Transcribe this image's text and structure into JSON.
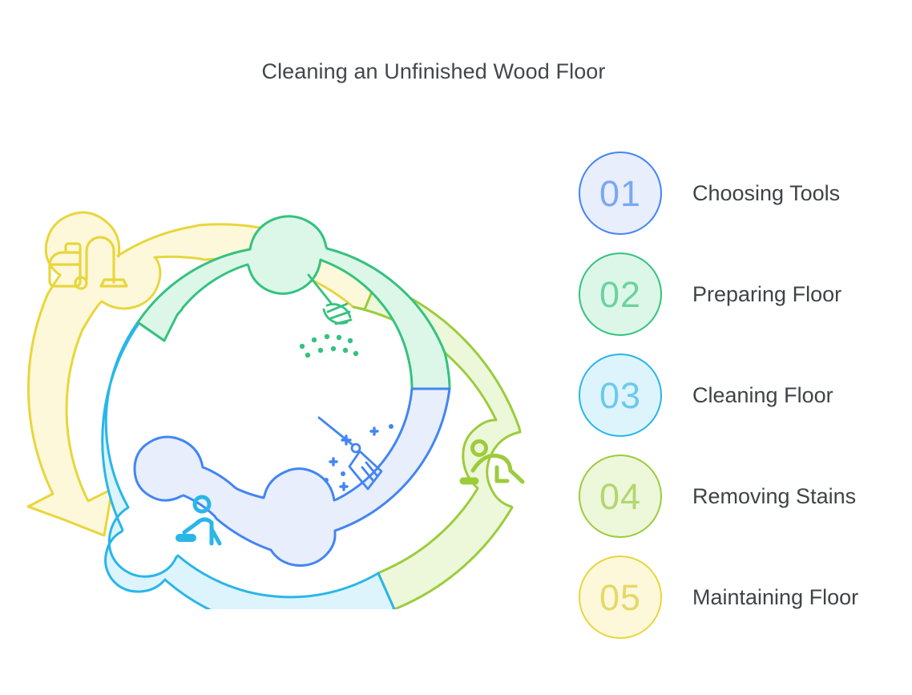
{
  "title": "Cleaning an Unfinished Wood Floor",
  "legend": {
    "items": [
      {
        "number": "01",
        "label": "Choosing Tools",
        "stroke": "#4285f4",
        "fill": "#e8eefc",
        "num_color": "#7aa7f5",
        "icon": "broom-sparkle-icon"
      },
      {
        "number": "02",
        "label": "Preparing Floor",
        "stroke": "#34c27f",
        "fill": "#dcf7e8",
        "num_color": "#6cd2a0",
        "icon": "broom-dust-icon"
      },
      {
        "number": "03",
        "label": "Cleaning Floor",
        "stroke": "#29b6e8",
        "fill": "#ddf4fd",
        "num_color": "#6cc9ec",
        "icon": "person-mopping-icon"
      },
      {
        "number": "04",
        "label": "Removing Stains",
        "stroke": "#9ccc3c",
        "fill": "#edf7da",
        "num_color": "#b4d66e",
        "icon": "person-scrubbing-icon"
      },
      {
        "number": "05",
        "label": "Maintaining Floor",
        "stroke": "#e8d63c",
        "fill": "#fdf8da",
        "num_color": "#e5d868",
        "icon": "vacuum-cleaner-icon"
      }
    ]
  },
  "diagram": {
    "type": "spiral-process",
    "description": "Five-step outward spiral with arrowhead terminus",
    "segments": [
      {
        "step": "01",
        "stroke": "#4285f4",
        "fill": "#e8eefc",
        "icon": "broom-sparkle-icon"
      },
      {
        "step": "02",
        "stroke": "#34c27f",
        "fill": "#dcf7e8",
        "icon": "broom-dust-icon"
      },
      {
        "step": "03",
        "stroke": "#29b6e8",
        "fill": "#ddf4fd",
        "icon": "person-mopping-icon"
      },
      {
        "step": "04",
        "stroke": "#9ccc3c",
        "fill": "#edf7da",
        "icon": "person-scrubbing-icon"
      },
      {
        "step": "05",
        "stroke": "#e8d63c",
        "fill": "#fdf8da",
        "icon": "vacuum-cleaner-icon"
      }
    ]
  }
}
